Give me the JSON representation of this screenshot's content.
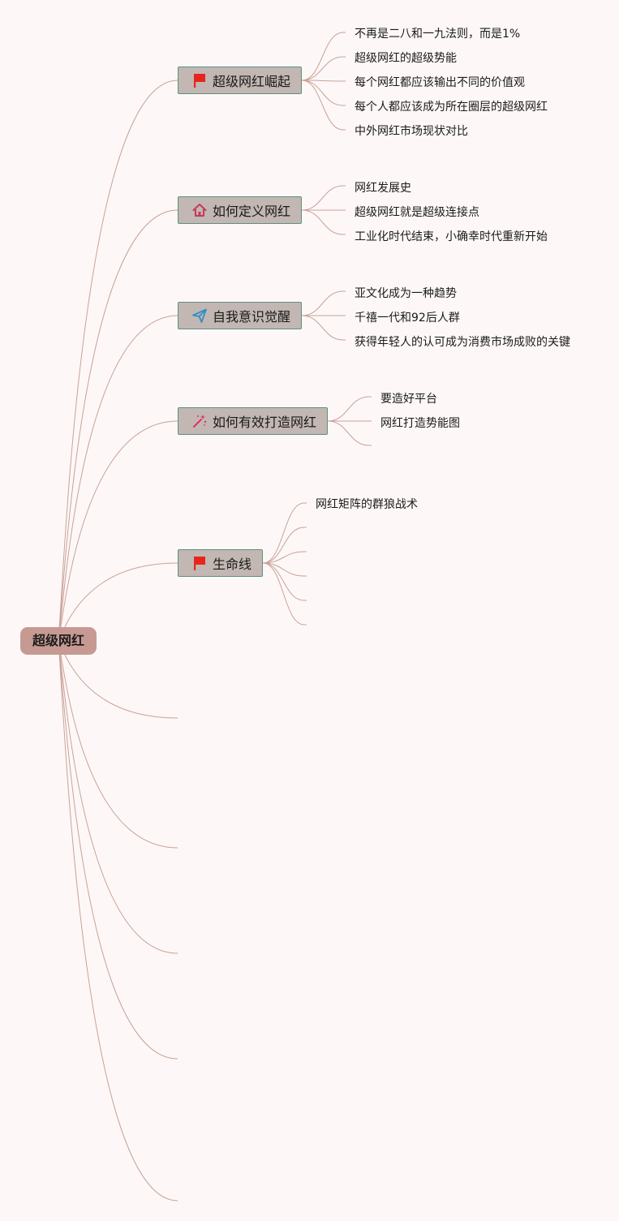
{
  "root": {
    "label": "超级网红"
  },
  "branches": [
    {
      "label": "超级网红崛起",
      "icon": "red-flag-icon",
      "children": [
        "不再是二八和一九法则，而是1%",
        "超级网红的超级势能",
        "每个网红都应该输出不同的价值观",
        "每个人都应该成为所在圈层的超级网红",
        "中外网红市场现状对比"
      ]
    },
    {
      "label": "如何定义网红",
      "icon": "house-icon",
      "children": [
        "网红发展史",
        "超级网红就是超级连接点",
        "工业化时代结束，小确幸时代重新开始"
      ]
    },
    {
      "label": "自我意识觉醒",
      "icon": "paper-plane-icon",
      "children": [
        "亚文化成为一种趋势",
        "千禧一代和92后人群",
        "获得年轻人的认可成为消费市场成败的关键"
      ]
    },
    {
      "label": "如何有效打造网红",
      "icon": "magic-wand-icon",
      "children": [
        "要造好平台",
        "网红打造势能图",
        ""
      ]
    },
    {
      "label": "生命线",
      "icon": "red-flag-icon",
      "children": [
        "网红矩阵的群狼战术",
        "",
        "",
        "",
        "",
        ""
      ]
    }
  ],
  "colors": {
    "background": "#fdf8f7",
    "root_fill": "#c69a92",
    "branch_fill": "#c2b7b2",
    "branch_border": "#5f8f83",
    "connector": "#c9a298",
    "flag_red": "#e8251c",
    "house_red": "#c23a5a",
    "plane_blue": "#2f8fc6",
    "wand_pink": "#e0306a"
  }
}
